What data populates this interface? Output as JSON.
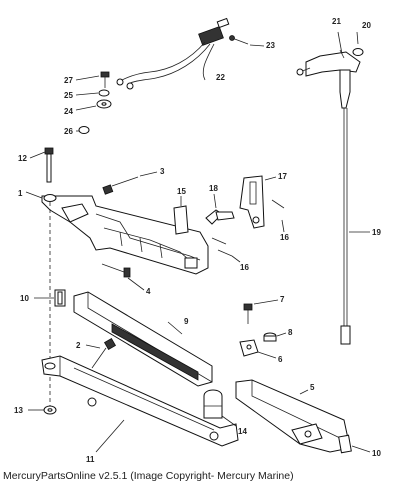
{
  "callouts": [
    {
      "id": "1",
      "text": "1"
    },
    {
      "id": "2",
      "text": "2"
    },
    {
      "id": "3",
      "text": "3"
    },
    {
      "id": "4",
      "text": "4"
    },
    {
      "id": "5",
      "text": "5"
    },
    {
      "id": "6",
      "text": "6"
    },
    {
      "id": "7",
      "text": "7"
    },
    {
      "id": "8",
      "text": "8"
    },
    {
      "id": "9",
      "text": "9"
    },
    {
      "id": "10a",
      "text": "10"
    },
    {
      "id": "10b",
      "text": "10"
    },
    {
      "id": "11",
      "text": "11"
    },
    {
      "id": "12",
      "text": "12"
    },
    {
      "id": "13",
      "text": "13"
    },
    {
      "id": "14",
      "text": "14"
    },
    {
      "id": "15",
      "text": "15"
    },
    {
      "id": "16a",
      "text": "16"
    },
    {
      "id": "16b",
      "text": "16"
    },
    {
      "id": "17",
      "text": "17"
    },
    {
      "id": "18",
      "text": "18"
    },
    {
      "id": "19",
      "text": "19"
    },
    {
      "id": "20",
      "text": "20"
    },
    {
      "id": "21",
      "text": "21"
    },
    {
      "id": "22",
      "text": "22"
    },
    {
      "id": "23",
      "text": "23"
    },
    {
      "id": "24",
      "text": "24"
    },
    {
      "id": "25",
      "text": "25"
    },
    {
      "id": "26",
      "text": "26"
    },
    {
      "id": "27",
      "text": "27"
    }
  ],
  "footer": "MercuryPartsOnline v2.5.1 (Image Copyright- Mercury Marine)"
}
